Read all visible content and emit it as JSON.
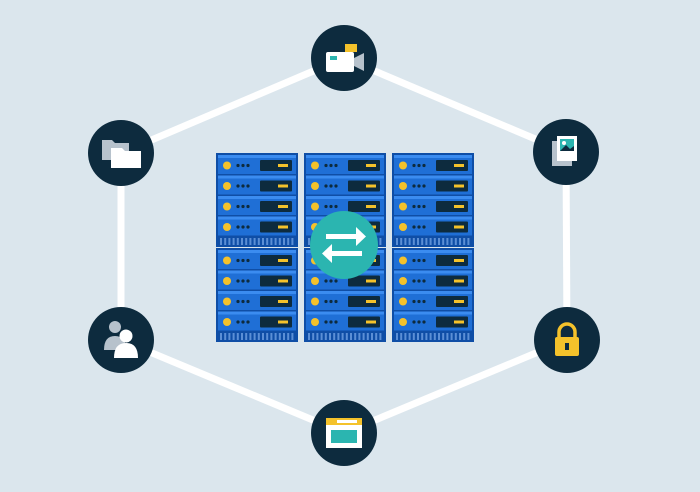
{
  "colors": {
    "background": "#dbe6ed",
    "hexagon_line": "#ffffff",
    "node_fill": "#0d2b3e",
    "center_badge": "#2bb5b0",
    "server_blue": "#1f6fd6",
    "server_light": "#3b8cf0",
    "led_yellow": "#f4c22b",
    "icon_light": "#ffffff",
    "icon_gray": "#b7c2cc",
    "lock_yellow": "#f4c22b"
  },
  "center": {
    "icon": "transfer-arrows-icon"
  },
  "servers": {
    "racks": 6,
    "units_per_rack": 4
  },
  "nodes": [
    {
      "name": "video-camera-node",
      "icon": "video-camera-icon"
    },
    {
      "name": "photo-gallery-node",
      "icon": "photo-gallery-icon"
    },
    {
      "name": "security-lock-node",
      "icon": "padlock-icon"
    },
    {
      "name": "web-browser-node",
      "icon": "browser-window-icon"
    },
    {
      "name": "users-node",
      "icon": "users-icon"
    },
    {
      "name": "folders-node",
      "icon": "folders-icon"
    }
  ]
}
